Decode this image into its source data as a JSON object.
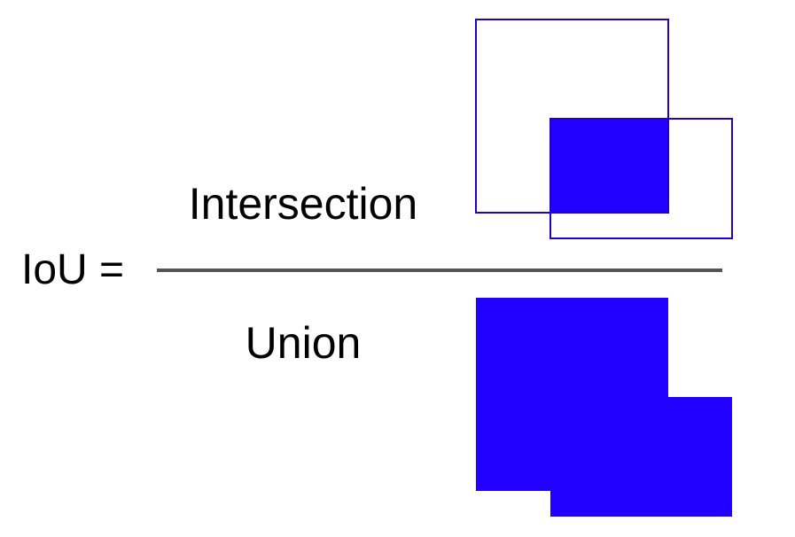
{
  "equation": {
    "lhs": "IoU =",
    "numerator_label": "Intersection",
    "denominator_label": "Union"
  },
  "colors": {
    "box_fill": "#2200ff",
    "box_stroke": "#2200cc",
    "fraction_bar": "#555555",
    "text": "#000000",
    "background": "#ffffff"
  },
  "illustrations": {
    "numerator": "two overlapping box outlines with the overlap region filled",
    "denominator": "combined filled area of both boxes"
  }
}
